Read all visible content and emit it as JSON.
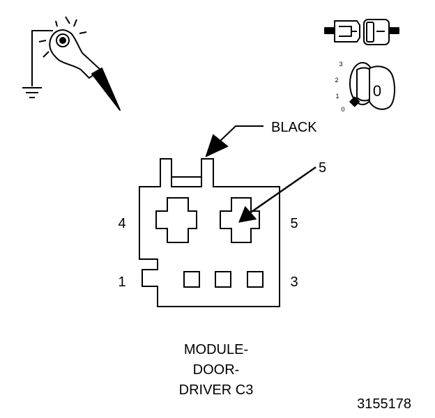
{
  "connector": {
    "wire_color_label": "BLACK",
    "callout_label": "5",
    "pin_labels": {
      "p4": "4",
      "p5": "5",
      "p1": "1",
      "p3": "3"
    },
    "caption": {
      "line1": "MODULE-",
      "line2": "DOOR-",
      "line3": "DRIVER C3"
    }
  },
  "ignition": {
    "positions": {
      "pos3": "3",
      "pos2": "2",
      "pos1": "1",
      "pos0": "0"
    },
    "key_label": "0"
  },
  "figure_number": "3155178",
  "icons": {
    "test_light": "test-light-probe-icon",
    "ground": "ground-symbol-icon",
    "connector_plug": "disconnected-connector-icon",
    "ignition_key": "ignition-key-off-icon"
  }
}
